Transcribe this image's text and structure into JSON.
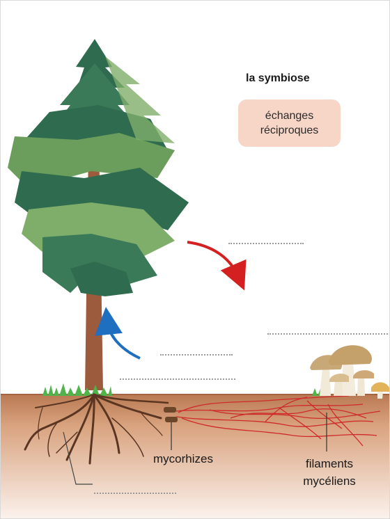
{
  "title": "la symbiose",
  "exchange_box": {
    "line1": "échanges",
    "line2": "réciproques",
    "color": "#f7d6c8"
  },
  "labels": {
    "mycorrhizae": "mycorhizes",
    "filaments_line1": "filaments",
    "filaments_line2": "mycéliens"
  },
  "arrows": {
    "tree_to_fungus": {
      "color": "#d42020"
    },
    "fungus_to_tree": {
      "color": "#1f6fc0"
    }
  },
  "answer_blanks": [
    {
      "name": "blank-red-arrow"
    },
    {
      "name": "blank-fungus-right"
    },
    {
      "name": "blank-blue-arrow-upper"
    },
    {
      "name": "blank-blue-arrow-lower"
    },
    {
      "name": "blank-roots"
    }
  ],
  "colors": {
    "soil": "#c98e62",
    "trunk": "#9b5b3c",
    "foliage_dark": "#2f6b4f",
    "foliage_light": "#7fae6a",
    "filaments": "#cf2a2a"
  }
}
